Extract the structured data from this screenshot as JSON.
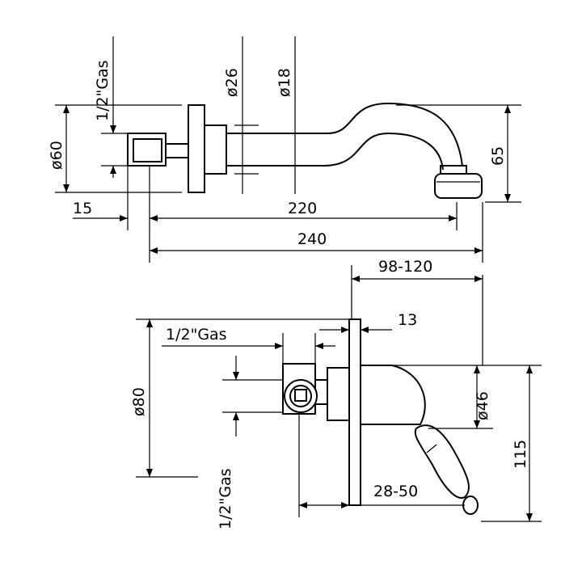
{
  "top_view": {
    "gas_label": "1/2\"Gas",
    "d26": "ø26",
    "d18": "ø18",
    "d60": "ø60",
    "h65": "65",
    "l15": "15",
    "l220": "220",
    "l240": "240"
  },
  "side_view": {
    "range_98_120": "98-120",
    "l13": "13",
    "gas_label_horizontal": "1/2\"Gas",
    "d80": "ø80",
    "d46": "ø46",
    "h115": "115",
    "gas_label_vertical": "1/2\"Gas",
    "range_28_50": "28-50"
  }
}
